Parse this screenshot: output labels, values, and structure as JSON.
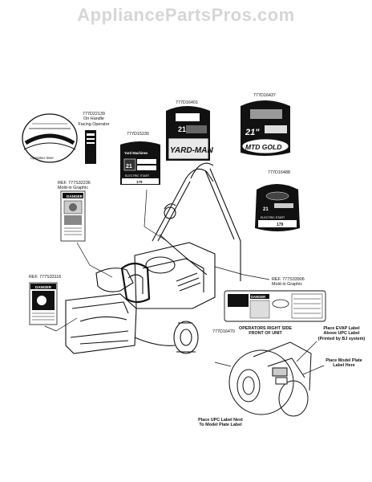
{
  "watermark": "AppliancePartsPros.com",
  "parts": {
    "p_777d22139": {
      "number": "777D22139",
      "desc1": "On Handle",
      "desc2": "Facing Operator"
    },
    "p_777d15230": {
      "number": "777D15230"
    },
    "p_777d16401": {
      "number": "777D16401"
    },
    "p_777d16437": {
      "number": "777D16437"
    },
    "p_777d16488": {
      "number": "777D16488"
    },
    "p_777s32236": {
      "number": "REF. 777S32236",
      "desc": "Mold-in Graphic"
    },
    "p_777s33116": {
      "number": "REF. 777S33116"
    },
    "p_777s33906": {
      "number": "REF. 777S33906",
      "desc": "Mold-in Graphic"
    },
    "p_777d16470": {
      "number": "777D16470"
    }
  },
  "decal_text": {
    "operators_lever": "Operators lever",
    "yardman": "YARD-MAN",
    "yardman_small": "Yard Machines",
    "mtd_gold": "MTD GOLD",
    "size_21": "21\"",
    "electric_start": "ELECTRIC START",
    "danger": "DANGER",
    "danger2": "DANGER",
    "danger3": "DANGER"
  },
  "notes": {
    "operators_right_side": "OPERATORS RIGHT SIDE",
    "front_of_unit": "FRONT OF UNIT",
    "place_upc_1": "Place UPC Label Next",
    "place_upc_2": "To Model Plate Label",
    "place_evap_1": "Place EVAP Label",
    "place_evap_2": "Above UPC Label",
    "place_evap_3": "(Printed by BJ system)",
    "place_model_1": "Place Model Plate",
    "place_model_2": "Label Here"
  }
}
